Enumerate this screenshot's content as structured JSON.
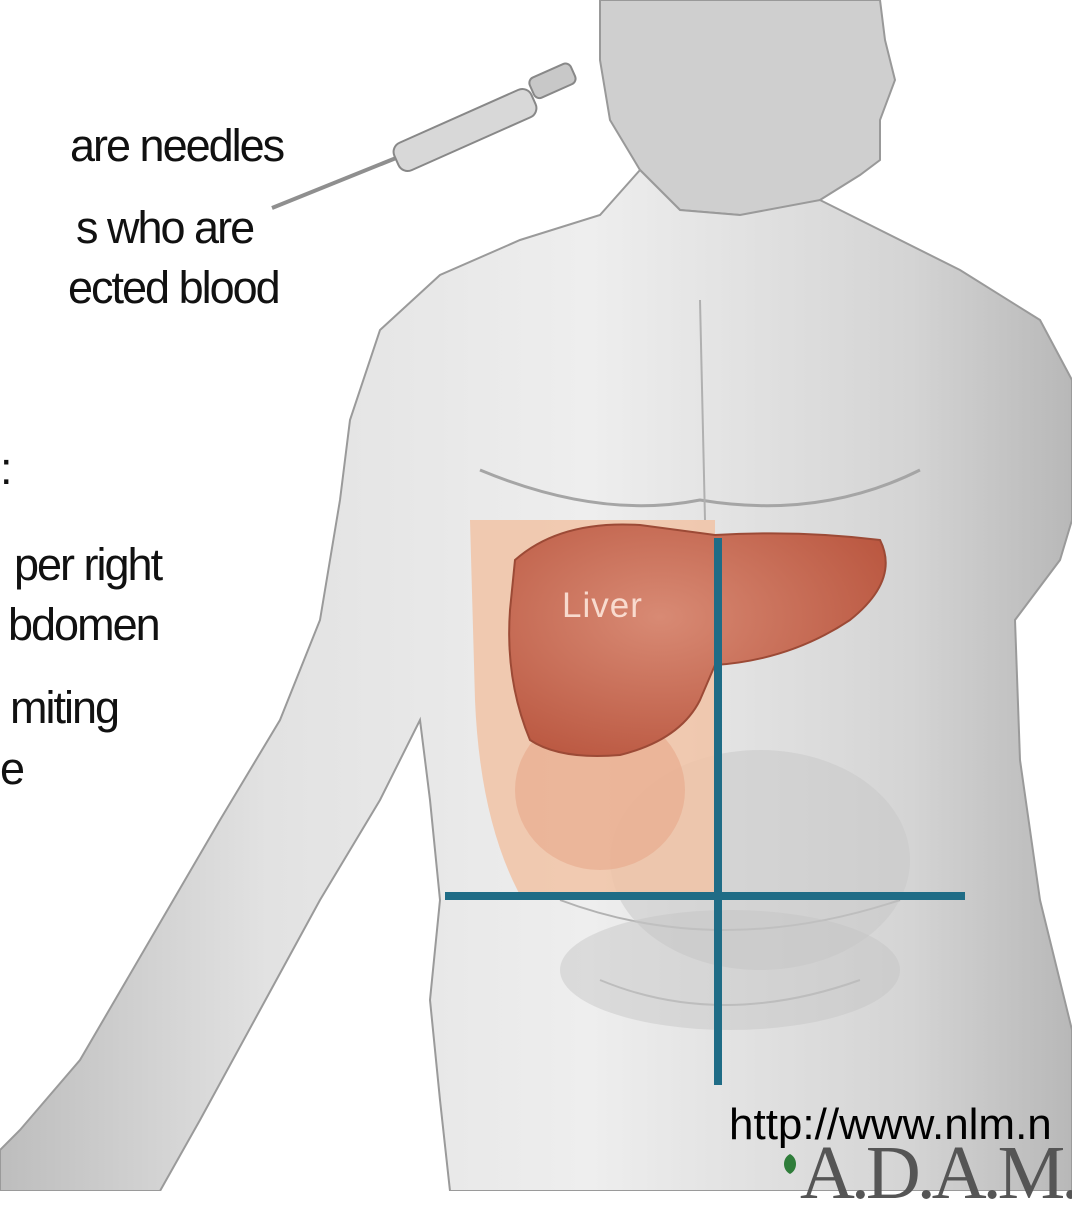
{
  "text_lines": [
    "are needles",
    "s who are",
    "ected blood",
    ":",
    "per right",
    "bdomen",
    "miting",
    "e"
  ],
  "organ_label": "Liver",
  "source_url": "http://www.nlm.n",
  "logo_text": "A.D.A.M.",
  "colors": {
    "skin": "#d6d6d6",
    "liver": "#c96a52",
    "highlight": "#f1c3a6",
    "crosshair": "#1f6c86"
  },
  "icons": [
    "syringe-icon",
    "adam-leaf-icon"
  ]
}
